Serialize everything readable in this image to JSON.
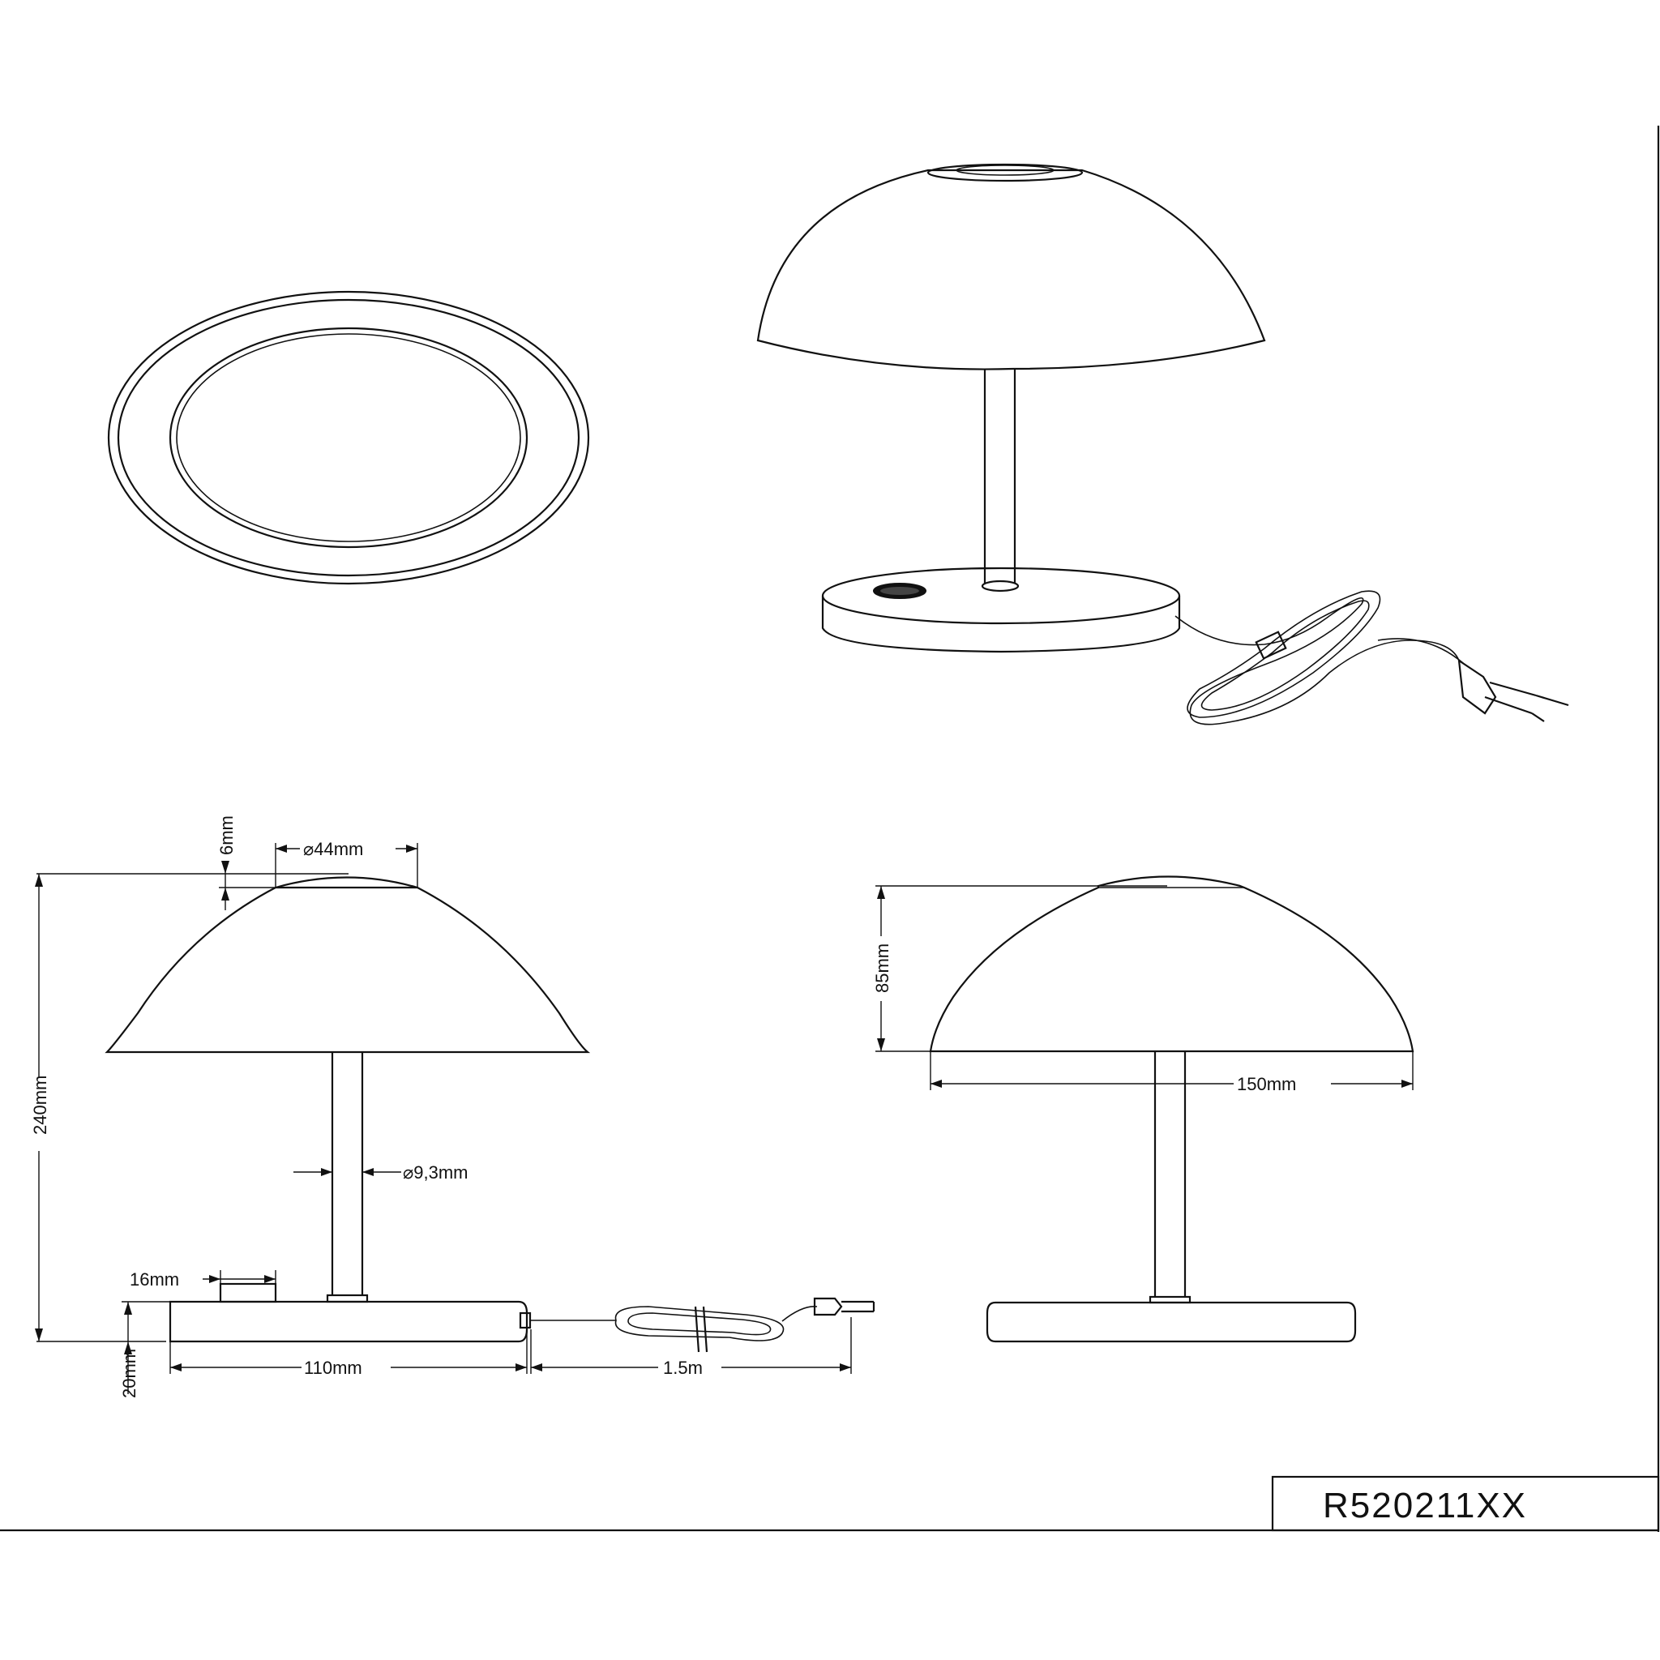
{
  "dimensions": {
    "shade_top_height": "6mm",
    "shade_top_diameter": "⌀44mm",
    "total_height": "240mm",
    "stem_diameter": "⌀9,3mm",
    "switch_width": "16mm",
    "base_height": "20mm",
    "base_width": "110mm",
    "cable_length": "1.5m",
    "shade_height": "85mm",
    "shade_diameter": "150mm"
  },
  "title_block": {
    "product_code": "R520211XX"
  },
  "colors": {
    "line": "#111111",
    "background": "#ffffff"
  }
}
